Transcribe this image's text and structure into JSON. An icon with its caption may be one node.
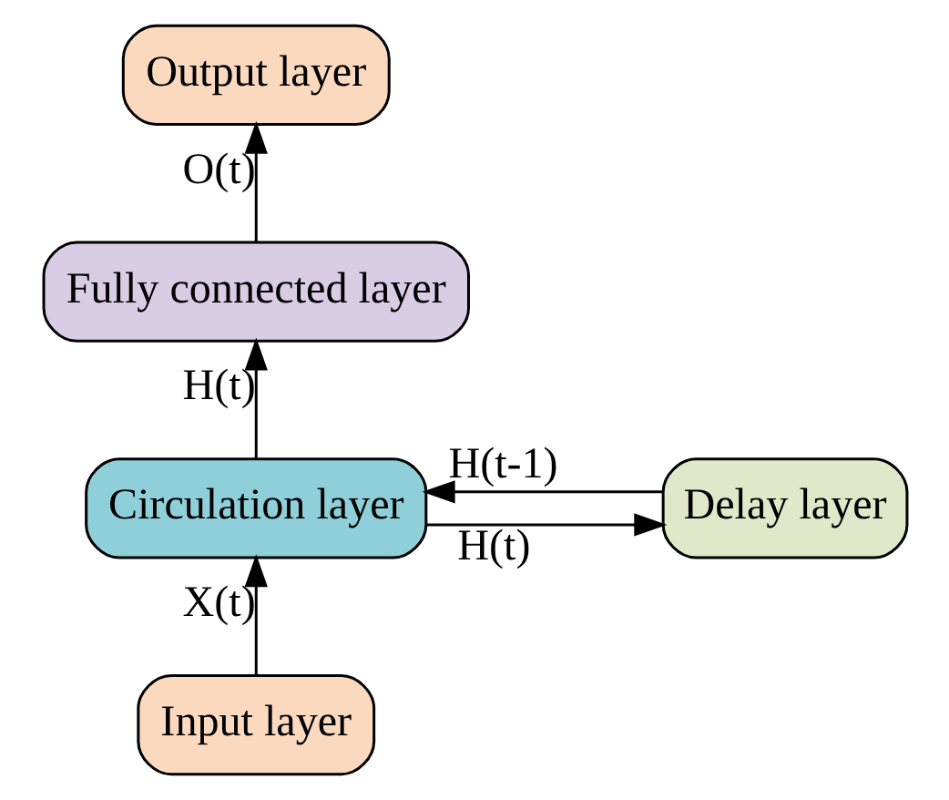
{
  "diagram": {
    "nodes": [
      {
        "text": [
          "Output layer"
        ]
      },
      {
        "text": [
          "Fully connected layer"
        ]
      },
      {
        "text": [
          "Circulation layer"
        ]
      },
      {
        "text": [
          "Delay layer"
        ]
      },
      {
        "text": [
          "Input layer"
        ]
      }
    ],
    "edges": [
      {
        "from": 4,
        "to": 2,
        "arrow": "to",
        "label": "X(t)"
      },
      {
        "from": 2,
        "to": 1,
        "arrow": "to",
        "label": "H(t)"
      },
      {
        "from": 1,
        "to": 0,
        "arrow": "to",
        "label": "O(t)"
      },
      {
        "from": 2,
        "to": 3,
        "arrow": "to",
        "label": "H(t)"
      },
      {
        "from": 3,
        "to": 2,
        "arrow": "to",
        "label": "H(t-1)"
      }
    ]
  }
}
